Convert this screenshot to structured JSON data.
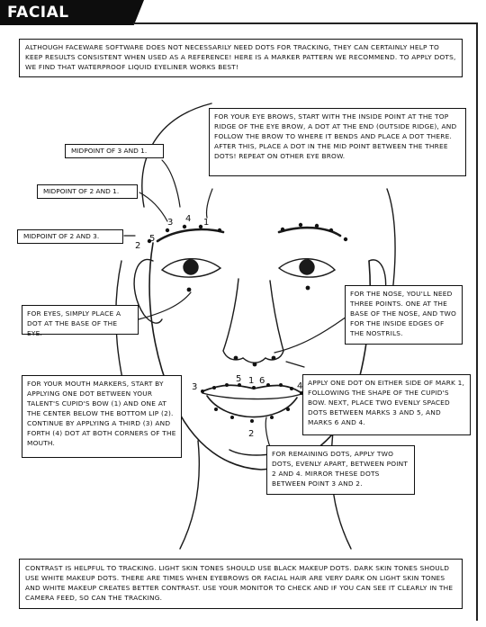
{
  "header": {
    "title": "FACIAL MARKERS"
  },
  "intro": "ALTHOUGH FACEWARE SOFTWARE DOES NOT NECESSARILY NEED DOTS FOR TRACKING, THEY CAN CERTAINLY HELP TO KEEP RESULTS CONSISTENT WHEN USED AS A REFERENCE! HERE IS A MARKER PATTERN WE RECOMMEND. TO APPLY DOTS, WE FIND THAT WATERPROOF LIQUID EYELINER WORKS BEST!",
  "callouts": {
    "eyebrows": "FOR YOUR EYE BROWS, START WITH THE INSIDE POINT AT THE TOP RIDGE OF THE EYE BROW, A DOT AT THE END (OUTSIDE RIDGE), AND FOLLOW THE BROW TO WHERE IT BENDS AND PLACE A DOT THERE. AFTER THIS, PLACE A DOT IN THE MID POINT BETWEEN THE THREE DOTS! REPEAT ON OTHER EYE BROW.",
    "mid_3_1": "MIDPOINT OF 3 AND 1.",
    "mid_2_1": "MIDPOINT OF 2 AND 1.",
    "mid_2_3": "MIDPOINT OF 2 AND 3.",
    "eyes": "FOR EYES, SIMPLY PLACE A DOT AT THE BASE OF THE EYE.",
    "nose": "FOR THE NOSE, YOU'LL NEED THREE POINTS. ONE AT THE BASE OF THE NOSE, AND TWO FOR THE INSIDE EDGES OF THE NOSTRILS.",
    "mouth": "FOR YOUR MOUTH MARKERS, START BY APPLYING ONE DOT BETWEEN YOUR TALENT'S CUPID'S BOW (1) AND ONE AT THE CENTER BELOW THE BOTTOM LIP (2). CONTINUE BY APPLYING A THIRD (3) AND FORTH (4) DOT AT BOTH CORNERS OF THE MOUTH.",
    "cupids_bow": "APPLY ONE DOT ON EITHER SIDE OF MARK 1, FOLLOWING THE SHAPE OF THE CUPID'S BOW. NEXT, PLACE TWO EVENLY SPACED DOTS BETWEEN MARKS 3 AND 5, AND MARKS 6 AND 4.",
    "remaining": "FOR REMAINING DOTS, APPLY TWO DOTS, EVENLY APART, BETWEEN POINT 2 AND 4. MIRROR THESE DOTS BETWEEN POINT 3 AND 2."
  },
  "brow_numbers": [
    "2",
    "5",
    "3",
    "4",
    "1"
  ],
  "mouth_numbers": [
    "3",
    "5",
    "1",
    "6",
    "4",
    "2"
  ],
  "footer": "CONTRAST IS HELPFUL TO TRACKING. LIGHT SKIN TONES SHOULD USE BLACK MAKEUP DOTS. DARK SKIN TONES SHOULD USE WHITE MAKEUP DOTS. THERE ARE TIMES WHEN EYEBROWS OR FACIAL HAIR ARE VERY DARK ON LIGHT SKIN TONES AND WHITE MAKEUP CREATES BETTER CONTRAST. USE YOUR MONITOR TO CHECK AND IF YOU CAN SEE IT CLEARLY IN THE CAMERA FEED, SO CAN THE TRACKING."
}
